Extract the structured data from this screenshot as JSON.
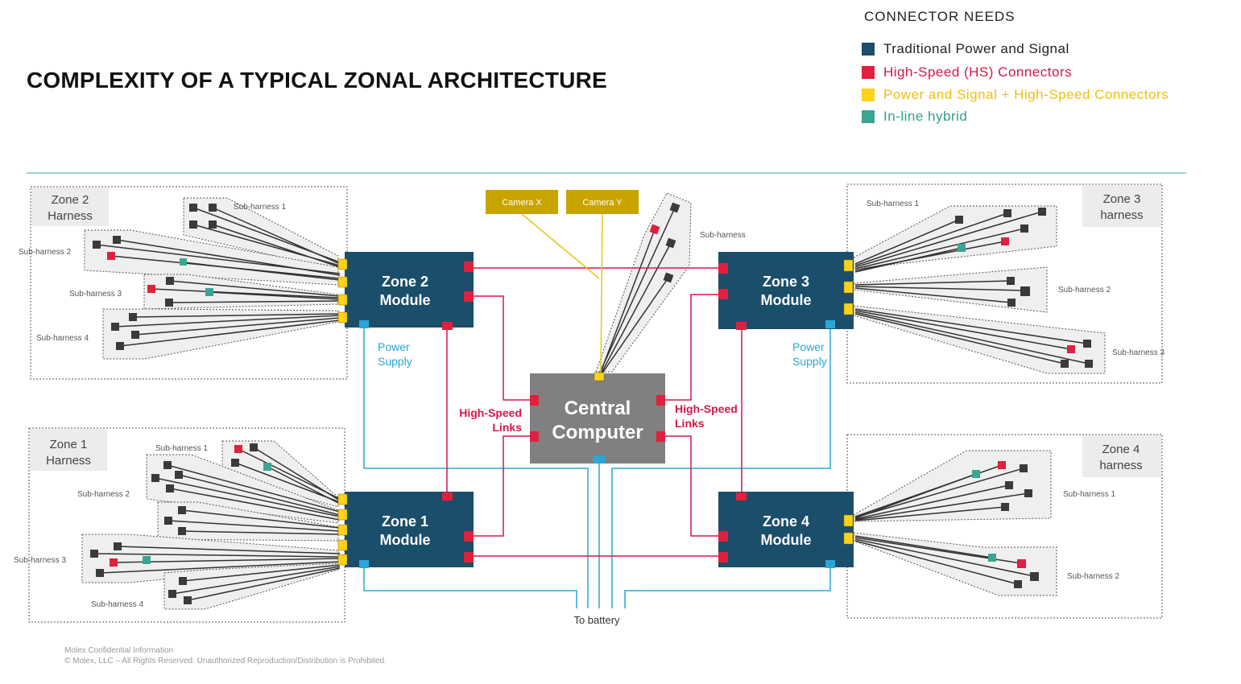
{
  "title": "COMPLEXITY OF A TYPICAL ZONAL ARCHITECTURE",
  "legend": {
    "title": "CONNECTOR NEEDS",
    "items": [
      {
        "label": "Traditional Power and Signal",
        "color": "#1b4e6b",
        "text_color": "#222222",
        "icon": "square-swatch"
      },
      {
        "label": "High-Speed (HS) Connectors",
        "color": "#e0203c",
        "text_color": "#d6174b",
        "icon": "square-swatch"
      },
      {
        "label": "Power and Signal + High-Speed Connectors",
        "color": "#ffd21a",
        "text_color": "#f2be0d",
        "icon": "square-swatch"
      },
      {
        "label": "In-line hybrid",
        "color": "#3aa593",
        "text_color": "#2ea08f",
        "icon": "square-swatch"
      }
    ]
  },
  "colors": {
    "module": "#1b4e6b",
    "central": "#808080",
    "hs_link": "#d6174b",
    "power": "#2ba6d6",
    "camera": "#c9a400"
  },
  "zones": {
    "z2": {
      "line1": "Zone 2",
      "line2": "Harness"
    },
    "z1": {
      "line1": "Zone 1",
      "line2": "Harness"
    },
    "z3": {
      "line1": "Zone 3",
      "line2": "harness"
    },
    "z4": {
      "line1": "Zone 4",
      "line2": "harness"
    }
  },
  "modules": {
    "z2": {
      "line1": "Zone 2",
      "line2": "Module"
    },
    "z1": {
      "line1": "Zone 1",
      "line2": "Module"
    },
    "z3": {
      "line1": "Zone 3",
      "line2": "Module"
    },
    "z4": {
      "line1": "Zone 4",
      "line2": "Module"
    }
  },
  "central": {
    "line1": "Central",
    "line2": "Computer"
  },
  "cameras": {
    "x": "Camera X",
    "y": "Camera Y"
  },
  "subharness": {
    "z2_1": "Sub-harness 1",
    "z2_2": "Sub-harness 2",
    "z2_3": "Sub-harness 3",
    "z2_4": "Sub-harness 4",
    "z1_1": "Sub-harness 1",
    "z1_2": "Sub-harness 2",
    "z1_3": "Sub-harness 3",
    "z1_4": "Sub-harness 4",
    "z3_1": "Sub-harness 1",
    "z3_2": "Sub-harness 2",
    "z3_3": "Sub-harness 3",
    "z4_1": "Sub-harness 1",
    "z4_2": "Sub-harness 2",
    "center": "Sub-harness"
  },
  "labels": {
    "power_left_1": "Power",
    "power_left_2": "Supply",
    "power_right_1": "Power",
    "power_right_2": "Supply",
    "hs_left_1": "High-Speed",
    "hs_left_2": "Links",
    "hs_right_1": "High-Speed",
    "hs_right_2": "Links",
    "battery": "To battery"
  },
  "footer": {
    "line1": "Molex Confidential Information",
    "line2": "© Molex, LLC – All Rights Reserved. Unauthorized Reproduction/Distribution is Prohibited."
  }
}
